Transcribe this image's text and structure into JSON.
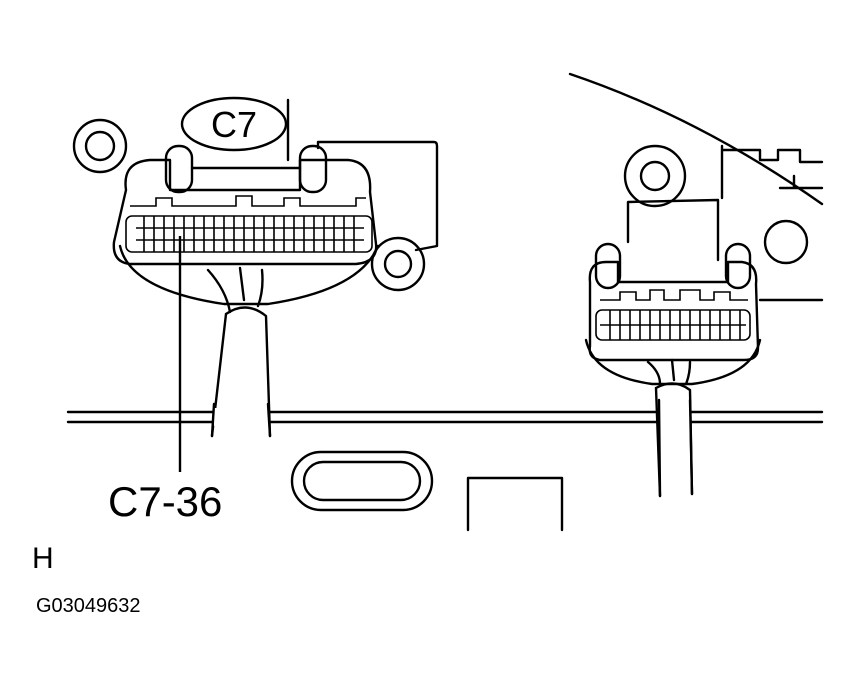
{
  "connector_tag": "C7",
  "terminal_label": "C7-36",
  "view_letter": "H",
  "figure_id": "G03049632",
  "colors": {
    "line": "#000000",
    "background": "#ffffff"
  }
}
